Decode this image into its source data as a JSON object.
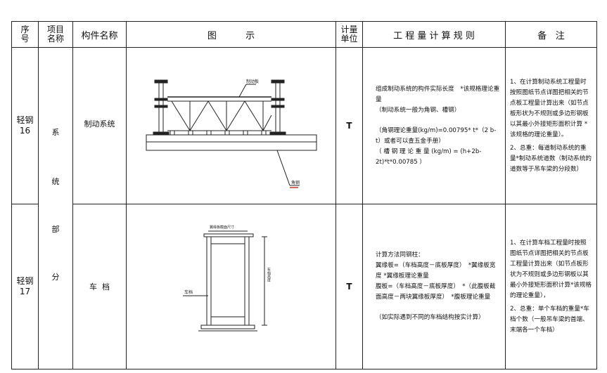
{
  "headers": {
    "seq": [
      "序",
      "号"
    ],
    "item": [
      "项目",
      "名称"
    ],
    "component": "构件名称",
    "figure": "图          示",
    "unit": [
      "计量",
      "单位"
    ],
    "rule": "工 程 量 计 算 规 则",
    "remark": "备   注"
  },
  "category_chars": [
    "系",
    "统",
    "部",
    "分"
  ],
  "rows": [
    {
      "id": [
        "轻钢",
        "16"
      ],
      "component": "制动系统",
      "unit": "T",
      "figure_labels": {
        "top": "制动板",
        "bottom": "角钢"
      },
      "rules": [
        "组成制动系统的构件实际长度　*该规格理论重量",
        "（制动系统一般为角钢、槽钢）",
        "（角钢理论重量(kg/m)=0.00795* t*（2 b- t）或者可以查五金手册）",
        "（ 槽 钢 理 论 重 量 (kg/m) = (h+2b-2t)*t*0.00785 ）"
      ],
      "remarks": [
        "1、在计算制动系统工程量时按照图纸节点详图把相关的节点板工程量计算出来（如节点板形状为不规则或多边形钢板以其最小外接矩形面积计算 *该规格的理论重量）。",
        "2、总重：每道制动系统的重量*制动系统道数（制动系统的道数等于吊车梁的分段数）"
      ]
    },
    {
      "id": [
        "轻钢",
        "17"
      ],
      "component": "车  档",
      "unit": "T",
      "figure_labels": {
        "top": "翼缘板截面尺寸",
        "side": "车档高度",
        "left": "车档"
      },
      "rules": [
        "计算方法同钢柱：",
        "翼缘板=（车档高度－底板厚度）　*翼缘板宽度 *翼缘板理论重量",
        "腹板=（车档高度－底板厚度）　*（此腹板截面高度－两块翼缘板厚度）　*腹板理论重量",
        "（如实际遇到不同的车档结构按实计算）"
      ],
      "remarks": [
        "1、在计算车档工程量时按照图纸节点详图把相关的节点板工程量计算出来（如节点板形状为不规则或多边形钢板以其最小外接矩形面积计算*该规格的理论重量），",
        "2、总重：单个车档的重量*车档个数（一般吊车梁的首端、末端各一个车档）"
      ]
    }
  ],
  "colors": {
    "line": "#222222",
    "accent": "#c0392b"
  }
}
